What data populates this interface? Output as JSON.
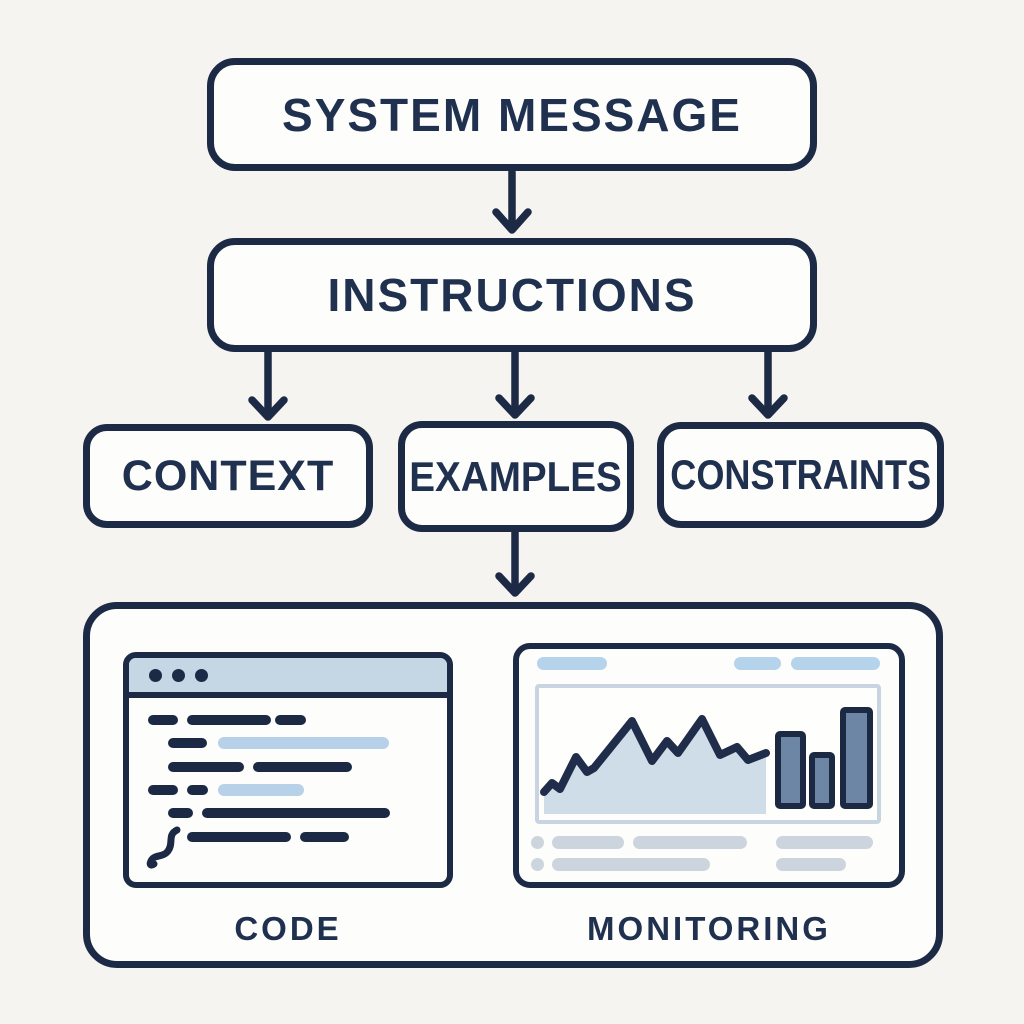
{
  "diagram": {
    "title_node": {
      "label": "SYSTEM MESSAGE"
    },
    "instructions_node": {
      "label": "INSTRUCTIONS"
    },
    "context_node": {
      "label": "CONTEXT"
    },
    "examples_node": {
      "label": "EXAMPLES"
    },
    "constraints_node": {
      "label": "CONSTRAINTS"
    },
    "outputs": {
      "code_label": "CODE",
      "monitoring_label": "MONITORING"
    },
    "edges": [
      {
        "from": "SYSTEM MESSAGE",
        "to": "INSTRUCTIONS"
      },
      {
        "from": "INSTRUCTIONS",
        "to": "CONTEXT"
      },
      {
        "from": "INSTRUCTIONS",
        "to": "EXAMPLES"
      },
      {
        "from": "INSTRUCTIONS",
        "to": "CONSTRAINTS"
      },
      {
        "from": "EXAMPLES",
        "to": "OUTPUT PANEL (CODE + MONITORING)"
      }
    ],
    "colors": {
      "background": "#f6f4f0",
      "outline_navy": "#1d2a45",
      "text_navy": "#20304f",
      "panel_fill": "#fdfdfc",
      "titlebar_blue": "#c5d7e5",
      "accent_light_blue": "#b6d3ec",
      "code_light_blue": "#b7d1e8",
      "chart_area_fill": "#cfdde9",
      "chart_frame_border": "#c8d5e0",
      "muted_row_gray": "#ccd5de",
      "bar_fill_slate": "#6d86a5"
    }
  }
}
